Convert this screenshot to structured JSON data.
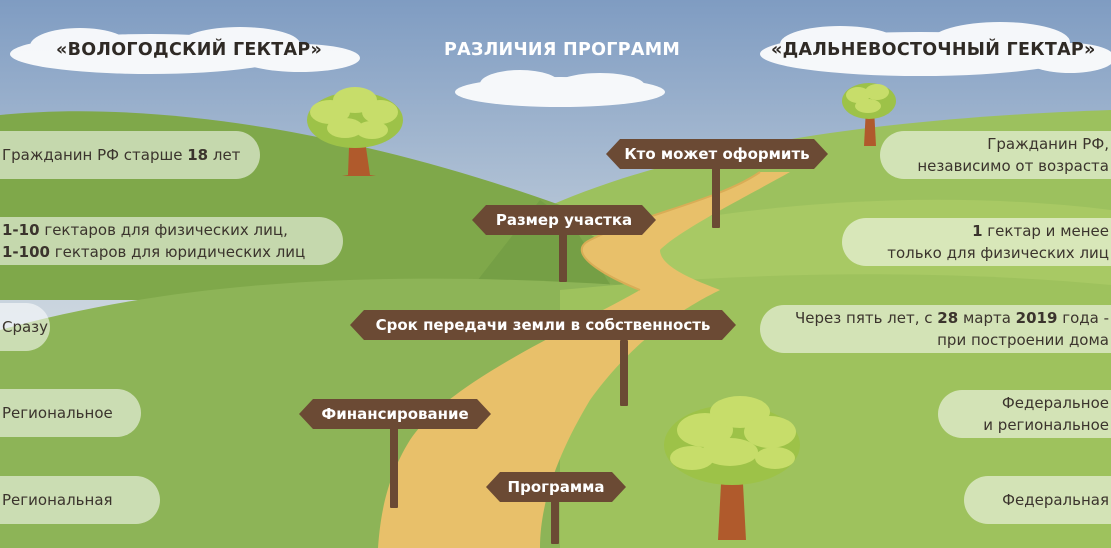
{
  "header": {
    "left_title": "«ВОЛОГОДСКИЙ ГЕКТАР»",
    "center_title": "РАЗЛИЧИЯ ПРОГРАММ",
    "right_title": "«ДАЛЬНЕВОСТОЧНЫЙ ГЕКТАР»"
  },
  "signs": {
    "who": "Кто может оформить",
    "size": "Размер участка",
    "term": "Срок передачи земли в собственность",
    "funding": "Финансирование",
    "program": "Программа"
  },
  "vologda": {
    "who_a": "Гражданин РФ старше ",
    "who_b": "18",
    "who_c": " лет",
    "size1_a": "1-10",
    "size1_b": " гектаров для физических лиц,",
    "size2_a": "1-100",
    "size2_b": " гектаров для юридических лиц",
    "term": "Сразу",
    "funding": "Региональное",
    "program": "Региональная"
  },
  "far_east": {
    "who_l1": "Гражданин РФ,",
    "who_l2": "независимо от возраста",
    "size_l1_a": "1",
    "size_l1_b": " гектар и менее",
    "size_l2": "только для физических лиц",
    "term_l1_a": "Через пять лет, с ",
    "term_l1_b": "28",
    "term_l1_c": " марта ",
    "term_l1_d": "2019",
    "term_l1_e": " года -",
    "term_l2": "при построении дома",
    "funding_l1": "Федеральное",
    "funding_l2": "и региональное",
    "program": "Федеральная"
  },
  "colors": {
    "sky_top": "#7f9cc2",
    "sky_bottom": "#e2e8ea",
    "hill_green": "#8fb35a",
    "road": "#e8c06a",
    "sign_brown": "#6b4a34",
    "tree_leaves": "#c7dd6a",
    "trunk": "#b05a2c"
  },
  "icons": {
    "trees": "tree-icon",
    "clouds": "cloud-icon"
  }
}
